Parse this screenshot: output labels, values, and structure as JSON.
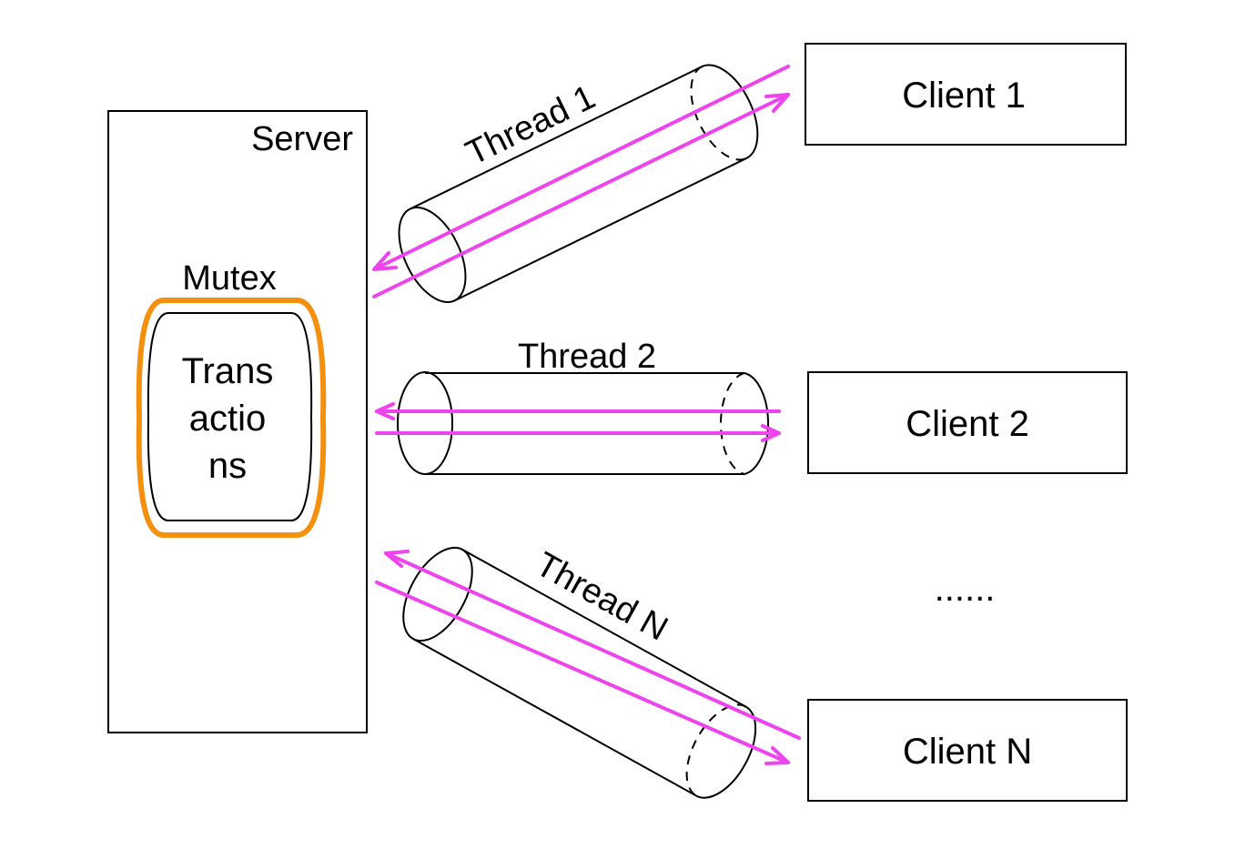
{
  "server": {
    "label": "Server"
  },
  "mutex": {
    "label": "Mutex",
    "color": "#f5900f"
  },
  "transactions": {
    "lines": [
      "Trans",
      "actio",
      "ns"
    ]
  },
  "threads": [
    {
      "label": "Thread 1"
    },
    {
      "label": "Thread 2"
    },
    {
      "label": "Thread N"
    }
  ],
  "clients": [
    {
      "label": "Client 1"
    },
    {
      "label": "Client 2"
    },
    {
      "label": "Client N"
    }
  ],
  "ellipsis": "......",
  "arrow_color": "#ee44ee"
}
